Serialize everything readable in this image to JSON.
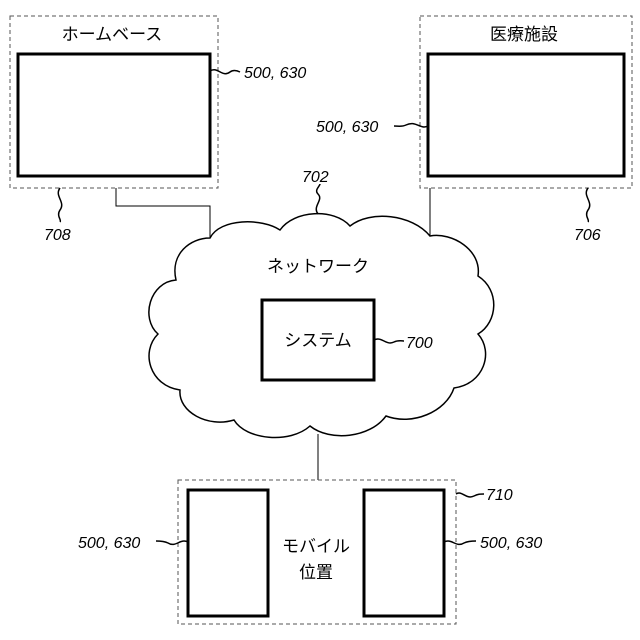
{
  "home_base": {
    "title": "ホームベース",
    "device_ref": "500, 630",
    "ref": "708"
  },
  "medical_facility": {
    "title": "医療施設",
    "device_ref": "500, 630",
    "ref": "706"
  },
  "network": {
    "label": "ネットワーク",
    "ref": "702"
  },
  "system": {
    "label": "システム",
    "ref": "700"
  },
  "mobile": {
    "label_line1": "モバイル",
    "label_line2": "位置",
    "ref": "710",
    "left_device_ref": "500, 630",
    "right_device_ref": "500, 630"
  }
}
